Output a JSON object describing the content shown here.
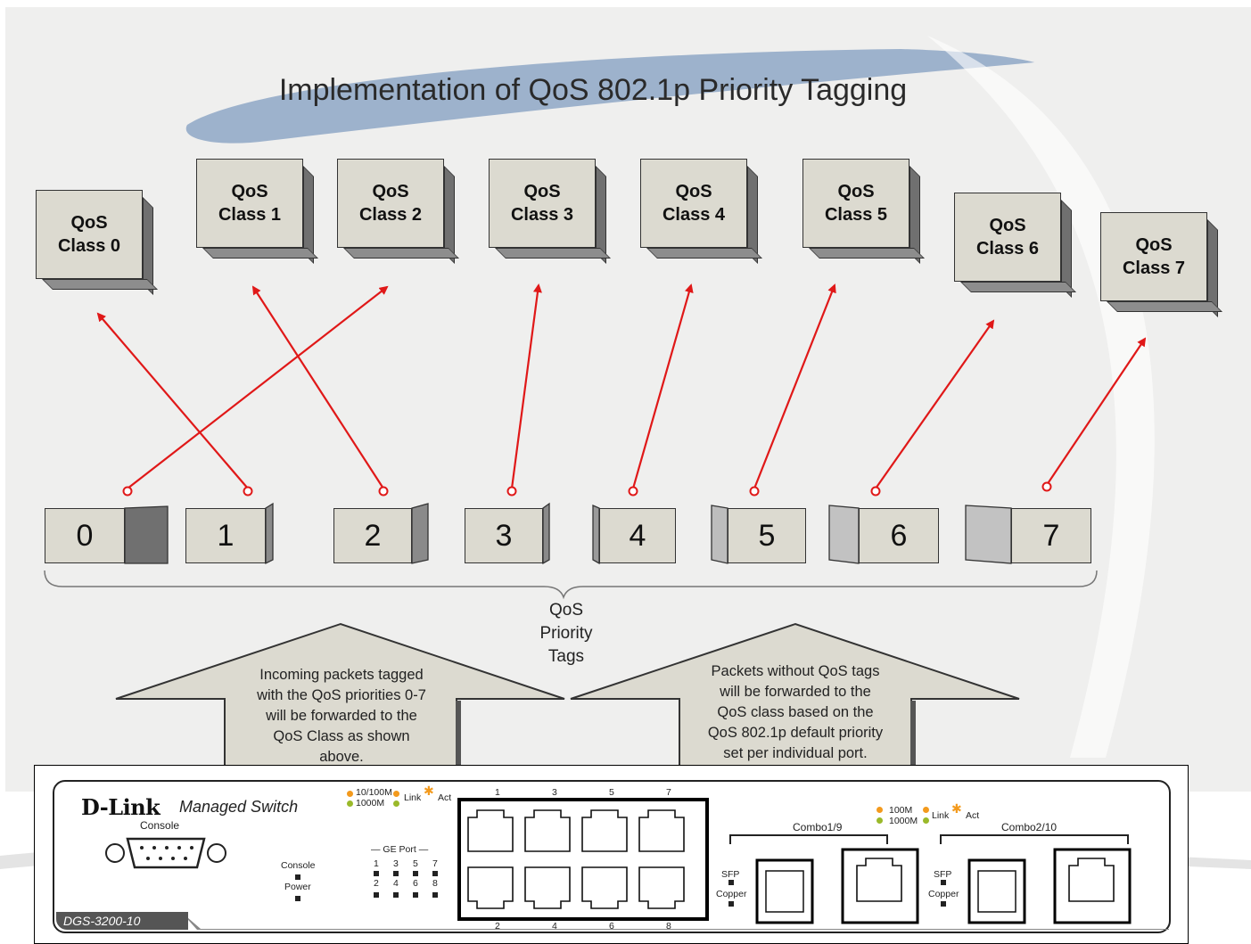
{
  "diagram": {
    "title": "Implementation of QoS 802.1p Priority Tagging",
    "classes": [
      {
        "line1": "QoS",
        "line2": "Class 0"
      },
      {
        "line1": "QoS",
        "line2": "Class 1"
      },
      {
        "line1": "QoS",
        "line2": "Class 2"
      },
      {
        "line1": "QoS",
        "line2": "Class 3"
      },
      {
        "line1": "QoS",
        "line2": "Class 4"
      },
      {
        "line1": "QoS",
        "line2": "Class 5"
      },
      {
        "line1": "QoS",
        "line2": "Class 6"
      },
      {
        "line1": "QoS",
        "line2": "Class 7"
      }
    ],
    "tags": [
      "0",
      "1",
      "2",
      "3",
      "4",
      "5",
      "6",
      "7"
    ],
    "mapping": [
      {
        "tag": "0",
        "class": "Class 2"
      },
      {
        "tag": "1",
        "class": "Class 0"
      },
      {
        "tag": "2",
        "class": "Class 1"
      },
      {
        "tag": "3",
        "class": "Class 3"
      },
      {
        "tag": "4",
        "class": "Class 4"
      },
      {
        "tag": "5",
        "class": "Class 5"
      },
      {
        "tag": "6",
        "class": "Class 6"
      },
      {
        "tag": "7",
        "class": "Class 7"
      }
    ],
    "brace_label": [
      "QoS",
      "Priority",
      "Tags"
    ],
    "note_left": [
      "Incoming packets tagged",
      "with the QoS priorities 0-7",
      "will be forwarded to the",
      "QoS Class as shown",
      "above."
    ],
    "note_right": [
      "Packets without QoS tags",
      "will be forwarded to the",
      "QoS class based on the",
      "QoS 802.1p default priority",
      "set per individual port."
    ],
    "arrow_color": "#e01818"
  },
  "device": {
    "brand": "D-Link",
    "product": "Managed Switch",
    "model": "DGS-3200-10",
    "console_port_label": "Console",
    "status_labels": {
      "console": "Console",
      "power": "Power"
    },
    "legend_left": {
      "speed1": "10/100M",
      "speed2": "1000M",
      "link": "Link",
      "act": "Act"
    },
    "legend_right": {
      "speed1": "100M",
      "speed2": "1000M",
      "link": "Link",
      "act": "Act"
    },
    "ge_port_label": "GE Port",
    "ge_led_top": [
      "1",
      "3",
      "5",
      "7"
    ],
    "ge_led_bottom": [
      "2",
      "4",
      "6",
      "8"
    ],
    "port_numbers_top": [
      "1",
      "3",
      "5",
      "7"
    ],
    "port_numbers_bottom": [
      "2",
      "4",
      "6",
      "8"
    ],
    "combo1_label": "Combo1/9",
    "combo2_label": "Combo2/10",
    "sfp_label": "SFP",
    "copper_label": "Copper",
    "colors": {
      "orange": "#f39a1d",
      "green": "#9ab92a"
    }
  }
}
